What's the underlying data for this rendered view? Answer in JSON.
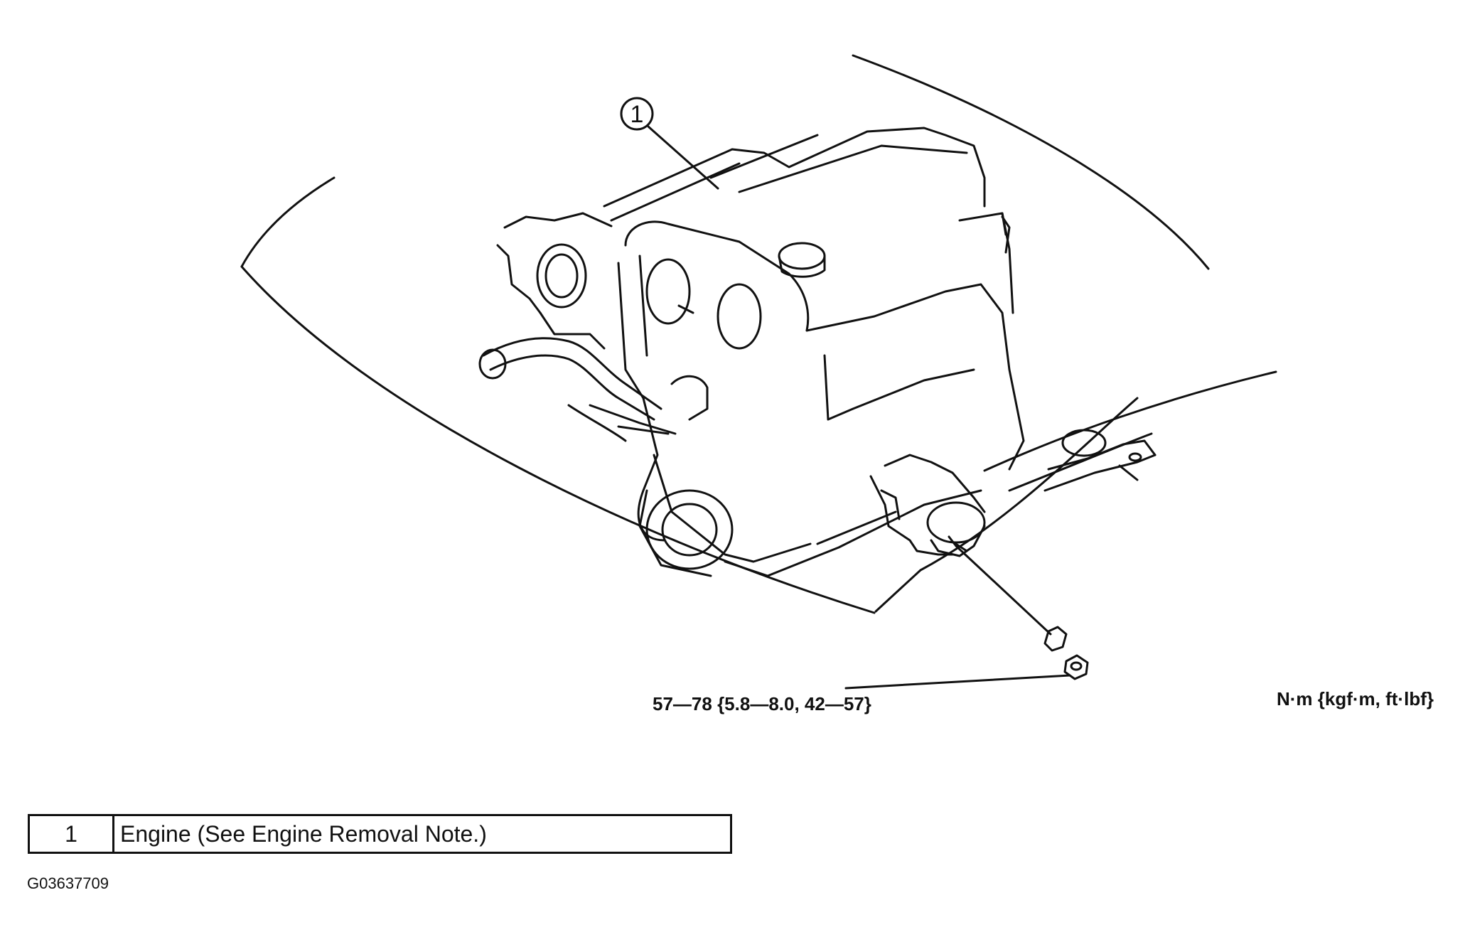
{
  "diagram": {
    "callouts": [
      {
        "number": "1"
      }
    ],
    "torque_spec": "57—78 {5.8—8.0, 42—57}",
    "unit_label": "N·m {kgf·m, ft·lbf}",
    "icons": [
      "engine-drawing",
      "engine-mount-drawing",
      "bolt-drawing",
      "nut-drawing"
    ]
  },
  "legend": {
    "rows": [
      {
        "number": "1",
        "description": "Engine (See  Engine Removal Note.)"
      }
    ]
  },
  "figure_id": "G03637709"
}
